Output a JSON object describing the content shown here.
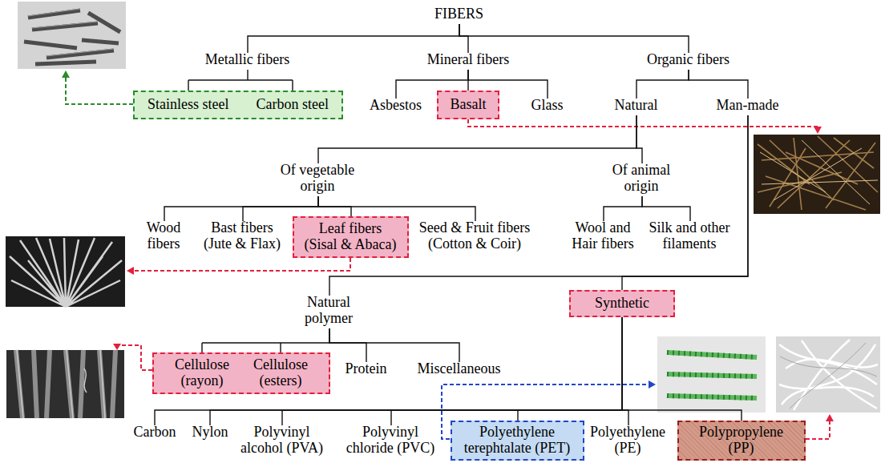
{
  "diagram": {
    "nodes": [
      {
        "text": [
          "FIBERS"
        ]
      },
      {
        "text": [
          "Metallic fibers"
        ]
      },
      {
        "text": [
          "Mineral fibers"
        ]
      },
      {
        "text": [
          "Organic fibers"
        ]
      },
      {
        "text": [
          "Stainless steel",
          "Carbon steel"
        ]
      },
      {
        "text": [
          "Asbestos"
        ]
      },
      {
        "text": [
          "Basalt"
        ]
      },
      {
        "text": [
          "Glass"
        ]
      },
      {
        "text": [
          "Natural"
        ]
      },
      {
        "text": [
          "Man-made"
        ]
      },
      {
        "text": [
          "Of vegetable origin"
        ]
      },
      {
        "text": [
          "Of animal origin"
        ]
      },
      {
        "text": [
          "Wood fibers"
        ]
      },
      {
        "text": [
          "Bast fibers (Jute & Flax)"
        ]
      },
      {
        "text": [
          "Leaf fibers (Sisal & Abaca)"
        ]
      },
      {
        "text": [
          "Seed & Fruit fibers (Cotton & Coir)"
        ]
      },
      {
        "text": [
          "Wool and Hair fibers"
        ]
      },
      {
        "text": [
          "Silk and other filaments"
        ]
      },
      {
        "text": [
          "Natural polymer"
        ]
      },
      {
        "text": [
          "Synthetic"
        ]
      },
      {
        "text": [
          "Cellulose (rayon)",
          "Cellulose (esters)"
        ]
      },
      {
        "text": [
          "Protein"
        ]
      },
      {
        "text": [
          "Miscellaneous"
        ]
      },
      {
        "text": [
          "Carbon"
        ]
      },
      {
        "text": [
          "Nylon"
        ]
      },
      {
        "text": [
          "Polyvinyl alcohol (PVA)"
        ]
      },
      {
        "text": [
          "Polyvinyl chloride (PVC)"
        ]
      },
      {
        "text": [
          "Polyethylene terephtalate (PET)"
        ]
      },
      {
        "text": [
          "Polyethylene (PE)"
        ]
      },
      {
        "text": [
          "Polypropylene (PP)"
        ]
      }
    ],
    "edges": [
      {
        "from": 0,
        "to": 1,
        "arrow": "none"
      },
      {
        "from": 0,
        "to": 2,
        "arrow": "none"
      },
      {
        "from": 0,
        "to": 3,
        "arrow": "none"
      },
      {
        "from": 1,
        "to": 4,
        "arrow": "none"
      },
      {
        "from": 2,
        "to": 5,
        "arrow": "none"
      },
      {
        "from": 2,
        "to": 6,
        "arrow": "none"
      },
      {
        "from": 2,
        "to": 7,
        "arrow": "none"
      },
      {
        "from": 3,
        "to": 8,
        "arrow": "none"
      },
      {
        "from": 3,
        "to": 9,
        "arrow": "none"
      },
      {
        "from": 8,
        "to": 10,
        "arrow": "none"
      },
      {
        "from": 8,
        "to": 11,
        "arrow": "none"
      },
      {
        "from": 10,
        "to": 12,
        "arrow": "none"
      },
      {
        "from": 10,
        "to": 13,
        "arrow": "none"
      },
      {
        "from": 10,
        "to": 14,
        "arrow": "none"
      },
      {
        "from": 10,
        "to": 15,
        "arrow": "none"
      },
      {
        "from": 11,
        "to": 16,
        "arrow": "none"
      },
      {
        "from": 11,
        "to": 17,
        "arrow": "none"
      },
      {
        "from": 9,
        "to": 18,
        "arrow": "none"
      },
      {
        "from": 9,
        "to": 19,
        "arrow": "none"
      },
      {
        "from": 18,
        "to": 20,
        "arrow": "none"
      },
      {
        "from": 18,
        "to": 21,
        "arrow": "none"
      },
      {
        "from": 18,
        "to": 22,
        "arrow": "none"
      },
      {
        "from": 19,
        "to": 23,
        "arrow": "none"
      },
      {
        "from": 19,
        "to": 24,
        "arrow": "none"
      },
      {
        "from": 19,
        "to": 25,
        "arrow": "none"
      },
      {
        "from": 19,
        "to": 26,
        "arrow": "none"
      },
      {
        "from": 19,
        "to": 27,
        "arrow": "none"
      },
      {
        "from": 19,
        "to": 28,
        "arrow": "none"
      },
      {
        "from": 19,
        "to": 29,
        "arrow": "none"
      }
    ]
  }
}
